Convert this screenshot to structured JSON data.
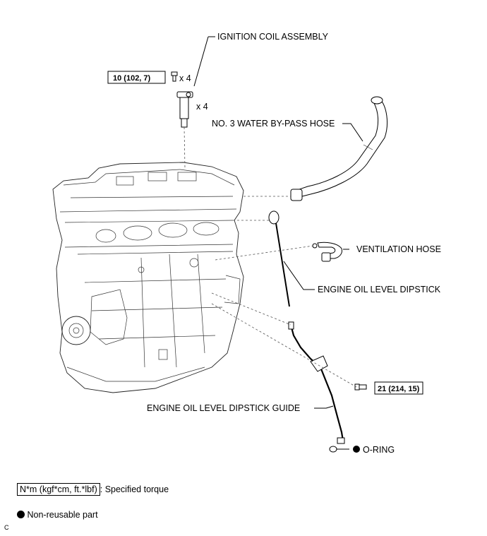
{
  "labels": {
    "ignition_coil": "IGNITION COIL ASSEMBLY",
    "water_hose": "NO. 3 WATER BY-PASS HOSE",
    "ventilation_hose": "VENTILATION HOSE",
    "dipstick": "ENGINE OIL LEVEL DIPSTICK",
    "dipstick_guide": "ENGINE OIL LEVEL DIPSTICK GUIDE",
    "o_ring": "O-RING",
    "qty_bolt": "x 4",
    "qty_coil": "x 4"
  },
  "torques": {
    "coil_bolt": "10 (102, 7)",
    "guide_bolt": "21 (214, 15)"
  },
  "legend": {
    "torque_unit": "N*m (kgf*cm, ft.*lbf)",
    "torque_desc": ": Specified torque",
    "non_reusable": "Non-reusable part"
  },
  "corner_mark": "C"
}
